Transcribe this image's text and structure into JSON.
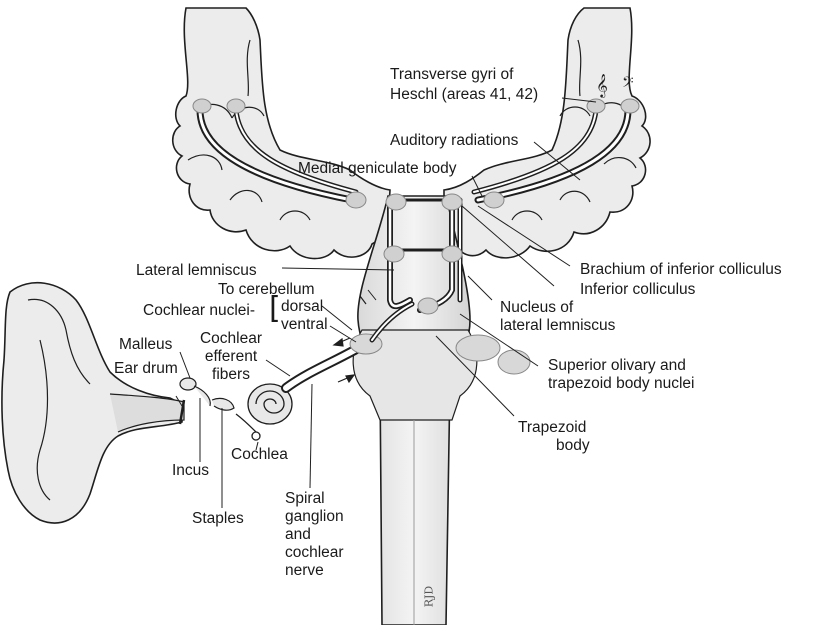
{
  "labels": {
    "transverse_gyri_line1": "Transverse gyri of",
    "transverse_gyri_line2": "Heschl (areas 41, 42)",
    "auditory_radiations": "Auditory radiations",
    "medial_geniculate_body": "Medial geniculate body",
    "lateral_lemniscus": "Lateral lemniscus",
    "to_cerebellum": "To cerebellum",
    "cochlear_nuclei": "Cochlear nuclei-",
    "dorsal": "dorsal",
    "ventral": "ventral",
    "malleus": "Malleus",
    "cochlear_efferent_line1": "Cochlear",
    "cochlear_efferent_line2": "efferent",
    "cochlear_efferent_line3": "fibers",
    "ear_drum": "Ear drum",
    "incus": "Incus",
    "cochlea": "Cochlea",
    "staples": "Staples",
    "spiral_line1": "Spiral",
    "spiral_line2": "ganglion",
    "spiral_line3": "and",
    "spiral_line4": "cochlear",
    "spiral_line5": "nerve",
    "brachium_inferior_colliculus": "Brachium of inferior colliculus",
    "inferior_colliculus": "Inferior colliculus",
    "nucleus_line1": "Nucleus of",
    "nucleus_line2": "lateral lemniscus",
    "superior_olivary_line1": "Superior olivary and",
    "superior_olivary_line2": "trapezoid body nuclei",
    "trapezoid_line1": "Trapezoid",
    "trapezoid_line2": "body",
    "signature": "RJD"
  },
  "colors": {
    "tissue": "#ececec",
    "tissue_shade": "#cfcfcf",
    "outline": "#1f1f1f",
    "pathway": "#ffffff"
  }
}
